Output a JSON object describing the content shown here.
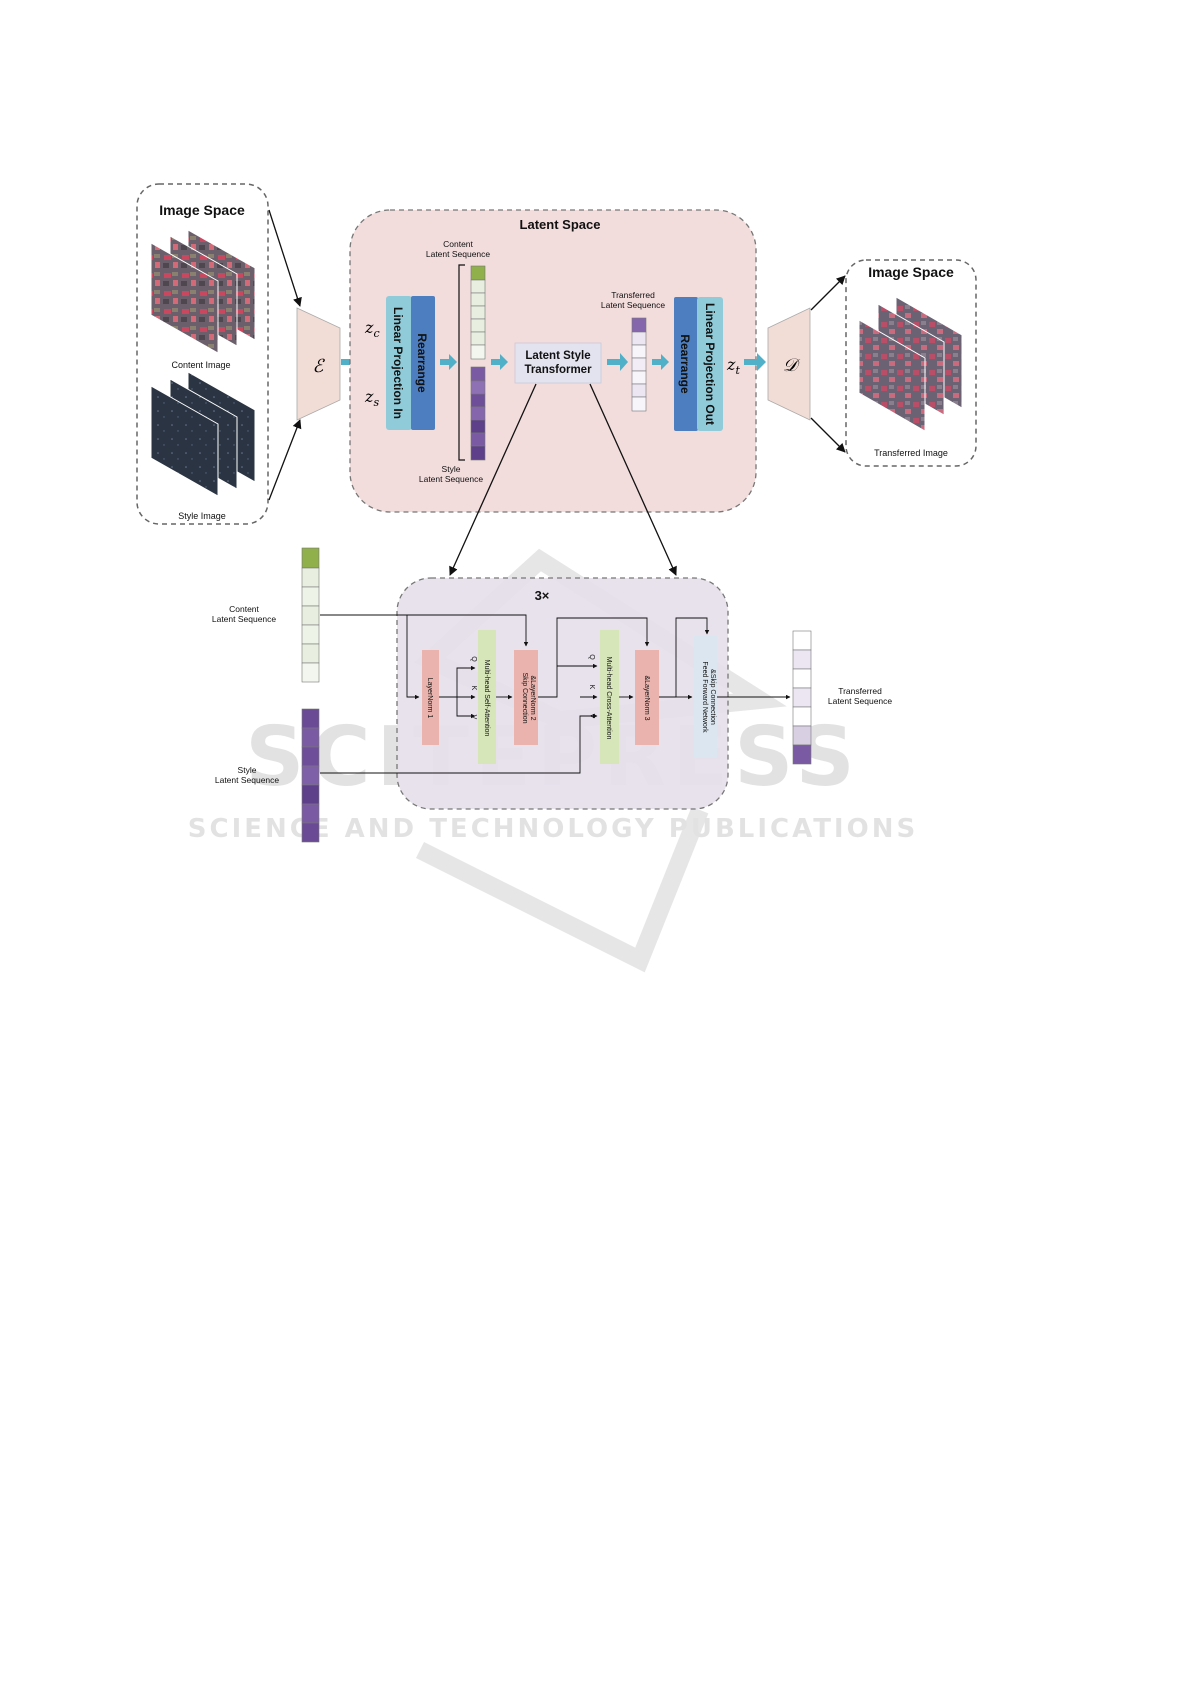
{
  "left_panel": {
    "title": "Image Space",
    "content_caption": "Content Image",
    "style_caption": "Style Image"
  },
  "encoder_symbol": "ℰ",
  "decoder_symbol": "𝒟",
  "latent_space": {
    "title": "Latent Space",
    "zc": "z",
    "zc_sub": "c",
    "zs": "z",
    "zs_sub": "s",
    "zt": "z",
    "zt_sub": "t",
    "proj_in": "Linear Projection In",
    "rearrange_in": "Rearrange",
    "content_seq_line1": "Content",
    "content_seq_line2": "Latent Sequence",
    "style_seq_line1": "Style",
    "style_seq_line2": "Latent Sequence",
    "transformer_line1": "Latent Style",
    "transformer_line2": "Transformer",
    "transferred_line1": "Transferred",
    "transferred_line2": "Latent Sequence",
    "rearrange_out": "Rearrange",
    "proj_out": "Linear Projection Out"
  },
  "right_panel": {
    "title": "Image Space",
    "caption": "Transferred Image"
  },
  "detail": {
    "repeat": "3×",
    "content_line1": "Content",
    "content_line2": "Latent Sequence",
    "style_line1": "Style",
    "style_line2": "Latent Sequence",
    "out_line1": "Transferred",
    "out_line2": "Latent Sequence",
    "layernorm1": "LayerNorm 1",
    "self_attn": "Multi-head Self-Attention",
    "skip_ln2_line1": "Skip Connection",
    "skip_ln2_line2": "&LayerNorm 2",
    "cross_attn": "Multi-head Cross-Attention",
    "ln3": "&LayerNorm 3",
    "ffn_line1": "Feed Forward Network",
    "ffn_line2": "&Skip Connection",
    "q1": "Q",
    "k1": "K",
    "v1": "V",
    "q2": "Q",
    "k2": "K",
    "v2": "V"
  },
  "watermark": {
    "line1": "SCITEPRESS",
    "line2": "SCIENCE AND TECHNOLOGY PUBLICATIONS"
  },
  "colors": {
    "latent_bg": "#f2dcdc",
    "detail_bg": "#e6dfeb",
    "proj_light": "#8fcbd9",
    "proj_dark": "#4d7fc0",
    "content_green": "#8fb04a",
    "content_light": "#e8efe0",
    "style_purple": "#6a4a94",
    "arrow_teal": "#4fb0c8",
    "layernorm": "#ebb3ad",
    "attention": "#d6e6b8",
    "ffn": "#dbe6f0"
  }
}
